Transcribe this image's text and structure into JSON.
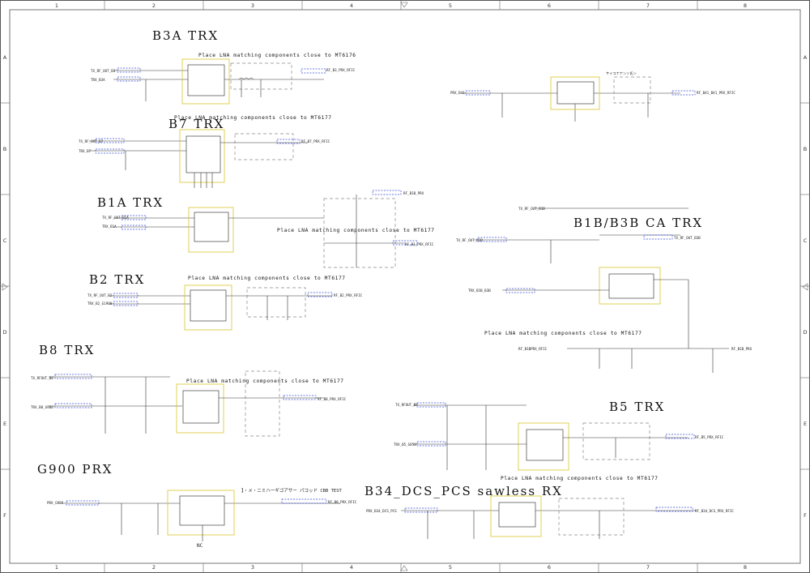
{
  "border": {
    "columns": [
      "1",
      "2",
      "3",
      "4",
      "5",
      "6",
      "7",
      "8"
    ],
    "rows": [
      "A",
      "B",
      "C",
      "D",
      "E",
      "F"
    ]
  },
  "blocks": {
    "b3a": {
      "title": "B3A TRX",
      "note": "Place LNA matching components close to MT6176"
    },
    "b7": {
      "title": "B7 TRX",
      "note": "Place LNA matching components close to MT6177"
    },
    "b1a": {
      "title": "B1A TRX",
      "note": "Place LNA matching components close to MT6177"
    },
    "b2": {
      "title": "B2 TRX",
      "note": "Place LNA matching components close to MT6177"
    },
    "b8": {
      "title": "B8 TRX",
      "note": "Place LNA matching components close to MT6177"
    },
    "g900": {
      "title": "G900 PRX",
      "note": "NC"
    },
    "b1b3b": {
      "title": "B1B/B3B CA TRX",
      "note": "Place LNA matching components close to MT6177"
    },
    "b5": {
      "title": "B5 TRX",
      "note": "Place LNA matching components close to MT6177"
    },
    "b34": {
      "title": "B34_DCS_PCS sawless RX"
    }
  },
  "nets": {
    "b3a_tx": "TX_RF_OUT_B3",
    "b3a_rx": "TRX_B3A",
    "b7_tx": "TX_RF_OUT_B7",
    "b7_rx": "TRX_B7",
    "b1a_tx": "TX_RF_OUT_B1A",
    "b1a_rx": "TRX_B1A",
    "b1a_out": "RF_B1_PRX_RFIC",
    "b1a_top": "RF_B1B_PRX",
    "b2_tx": "TX_RF_OUT_B2",
    "b2_rx": "TRX_B2_G1900",
    "b2_out": "RF_B2_PRX_RFIC",
    "b8_tx": "TX_RFOUT_B8",
    "b8_rx": "TRX_B8_G900",
    "b8_out": "RF_B8_PRX_RFIC",
    "g900_in": "PRX_G900",
    "b3a_out": "RF_B3_PRX_RFIC",
    "b7_out": "RF_B7_PRX_RFIC",
    "b1b_tx": "TX_RF_OUT_B1B",
    "b1b_trx": "TX_RF_OUT_B1B",
    "b1b_rx": "TRX_B1B_B3B",
    "b1b_prx": "RF_B1BPRX_RFIC",
    "b1b_out": "RF_B1B_PRX",
    "b3b_out": "TX_RF_OUT_B3B",
    "b5_tx": "TX_RFOUT_B5",
    "b5_rx": "TRX_B5_G850",
    "b5_out": "RF_B5_PRX_RFIC",
    "b34_in": "PRX_B34_DCS_PCS",
    "b34_out": "RF_B34_DCS_PRX_RFIC",
    "right_top_in": "PRX_B41",
    "right_top_out": "RF_B41_B41_PRX_RFIC"
  },
  "labels": {
    "right_top_note": "サイコナナンソ氏ン",
    "g900_note": "】・メ・ニミハーギゴアサー パコッド CBB TEST",
    "nc": "NC"
  }
}
